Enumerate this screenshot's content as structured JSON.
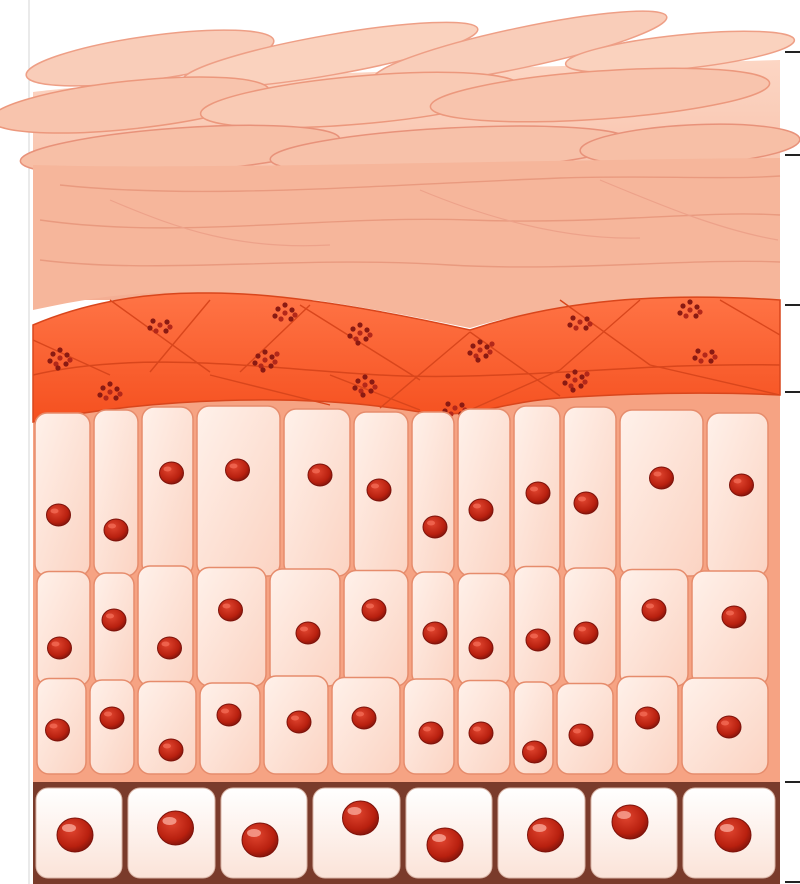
{
  "diagram": {
    "subject": "epidermis-cross-section",
    "colors": {
      "corneum": "#f7c4ad",
      "corneum_shade": "#f2a98e",
      "corneum_line": "#e8927a",
      "lucidum": "#f4b79c",
      "granulosum": "#f7592a",
      "granulosum_light": "#ff7a48",
      "granulosum_line": "#d9461c",
      "granule": "#8a1a12",
      "spinosum_bg": "#f8a584",
      "spinosum_cell": "#fde2d6",
      "spinosum_line": "#e68c6c",
      "nucleus": "#c42616",
      "nucleus_dark": "#7d130b",
      "basement": "#7a3b2b",
      "basal_cell": "#fdf0ea",
      "edge": "#cfcfcf",
      "tick": "#222222"
    },
    "layers": [
      {
        "id": "stratum-corneum",
        "order": 1
      },
      {
        "id": "stratum-lucidum",
        "order": 2
      },
      {
        "id": "stratum-granulosum",
        "order": 3
      },
      {
        "id": "stratum-spinosum",
        "order": 4
      },
      {
        "id": "stratum-basale",
        "order": 5
      }
    ],
    "layer_markers": 6
  }
}
